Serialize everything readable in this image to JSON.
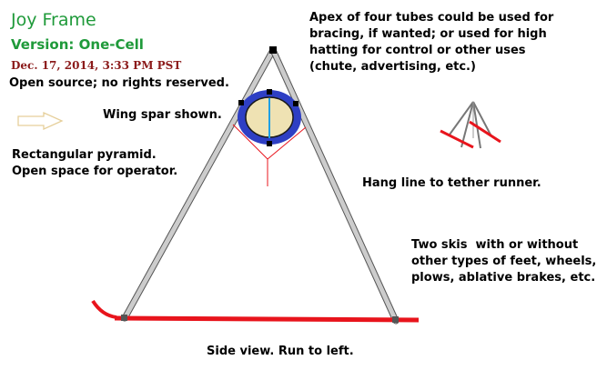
{
  "title": "Joy Frame",
  "version": "Version: One-Cell",
  "date": "Dec. 17, 2014, 3:33 PM PST",
  "license": "Open source; no rights reserved.",
  "wing_spar_note": "Wing spar shown.",
  "pyramid_note": [
    "Rectangular pyramid.",
    "Open space for operator."
  ],
  "apex_note": [
    "Apex of four tubes could be used for",
    "bracing, if wanted; or used for high",
    "hatting for control or other uses",
    "(chute, advertising, etc.)"
  ],
  "hang_line_note": "Hang line to tether runner.",
  "skis_note": [
    "Two skis  with or without",
    "other types of feet, wheels,",
    "plows, ablative brakes, etc."
  ],
  "side_view_note": "Side view. Run to left.",
  "colors": {
    "title": "#1f9a3a",
    "date": "#8b1a1a",
    "tube_fill": "#cccccc",
    "tube_edge": "#555555",
    "ski": "#e8141c",
    "ring": "#2e3fc4",
    "spar_fill": "#efe2b3",
    "spar_line": "#1ea0e6",
    "arrow_outline": "#e6cf9a",
    "hang_line": "#e8141c"
  },
  "icons": [
    "direction-arrow-icon",
    "pyramid-perspective-icon"
  ]
}
